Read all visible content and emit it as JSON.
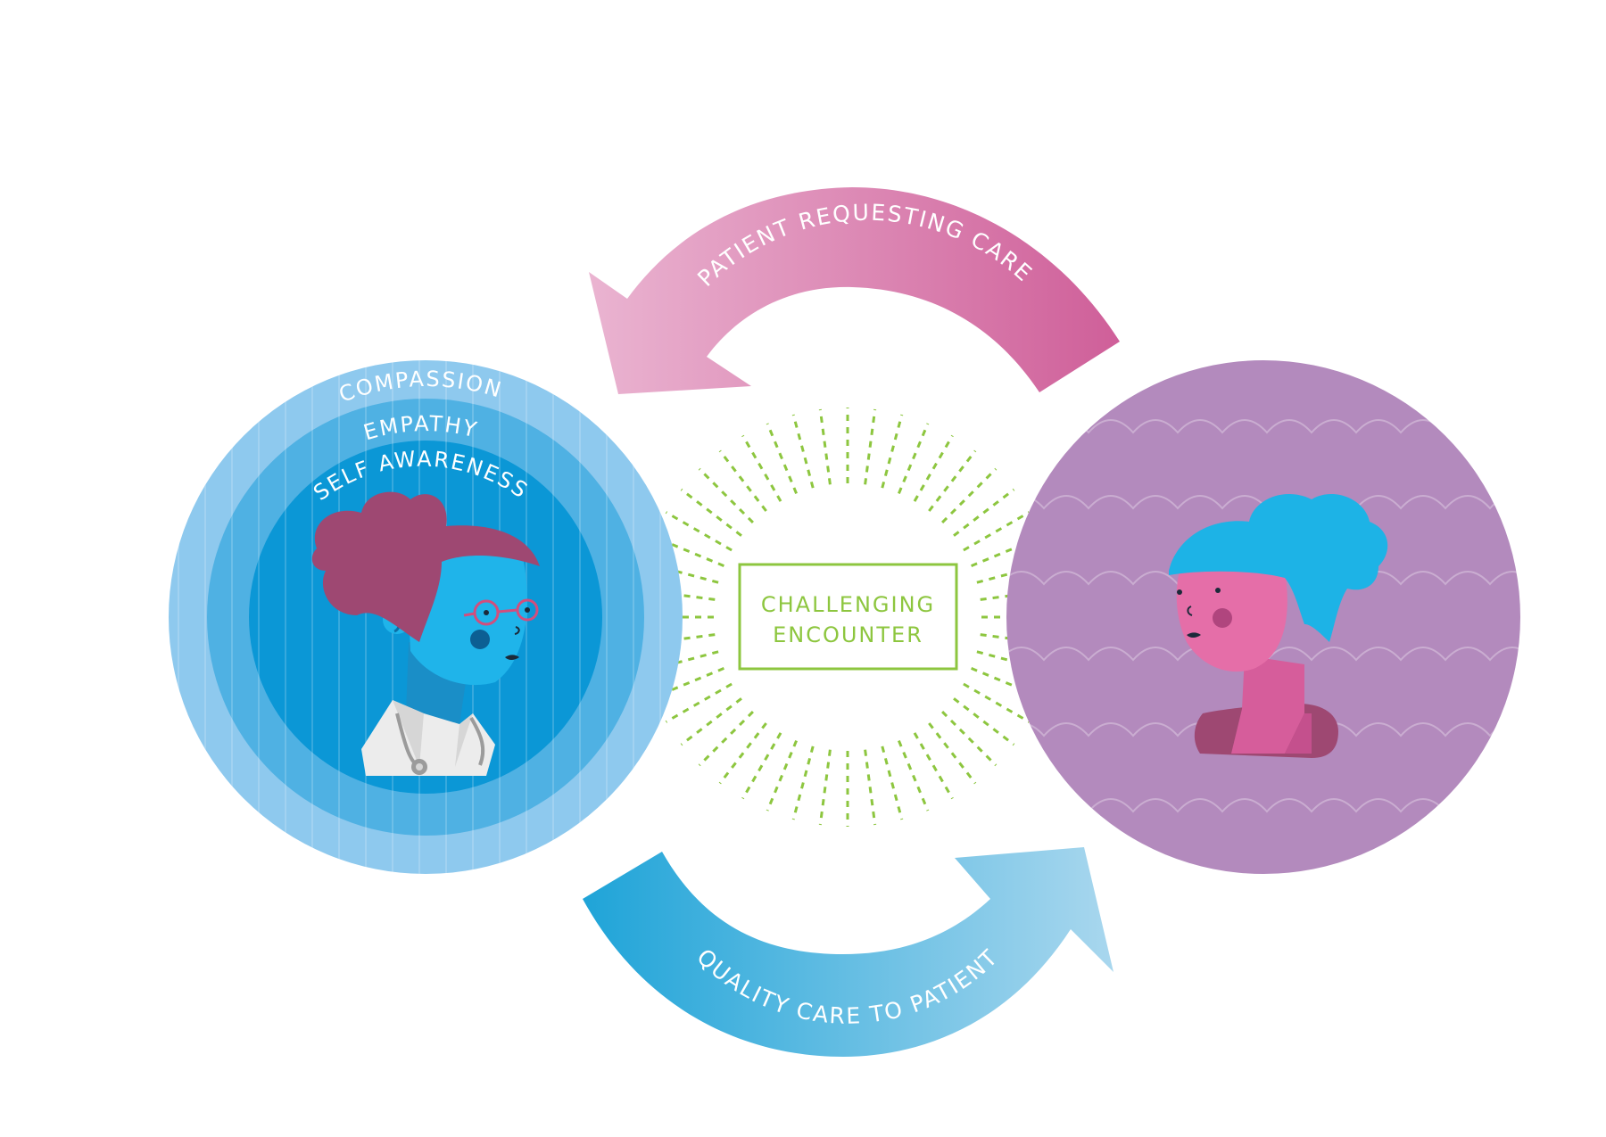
{
  "arrows": {
    "top_label": "PATIENT REQUESTING CARE",
    "bottom_label": "QUALITY CARE TO PATIENT"
  },
  "provider_rings": {
    "outer_label": "COMPASSION",
    "middle_label": "EMPATHY",
    "inner_label": "SELF AWARENESS"
  },
  "center_box": {
    "line1": "CHALLENGING",
    "line2": "ENCOUNTER"
  },
  "colors": {
    "pink_dark": "#cf5f99",
    "pink_light": "#eab4d1",
    "blue_dark": "#1fa4d8",
    "blue_light": "#a9d7ee",
    "ring_outer": "#8ec9ee",
    "ring_middle": "#4fb1e3",
    "ring_inner": "#0b97d6",
    "purple_circle": "#b38abd",
    "green": "#8dc63f"
  },
  "icons": {
    "provider": "doctor-illustration",
    "patient": "patient-illustration"
  }
}
